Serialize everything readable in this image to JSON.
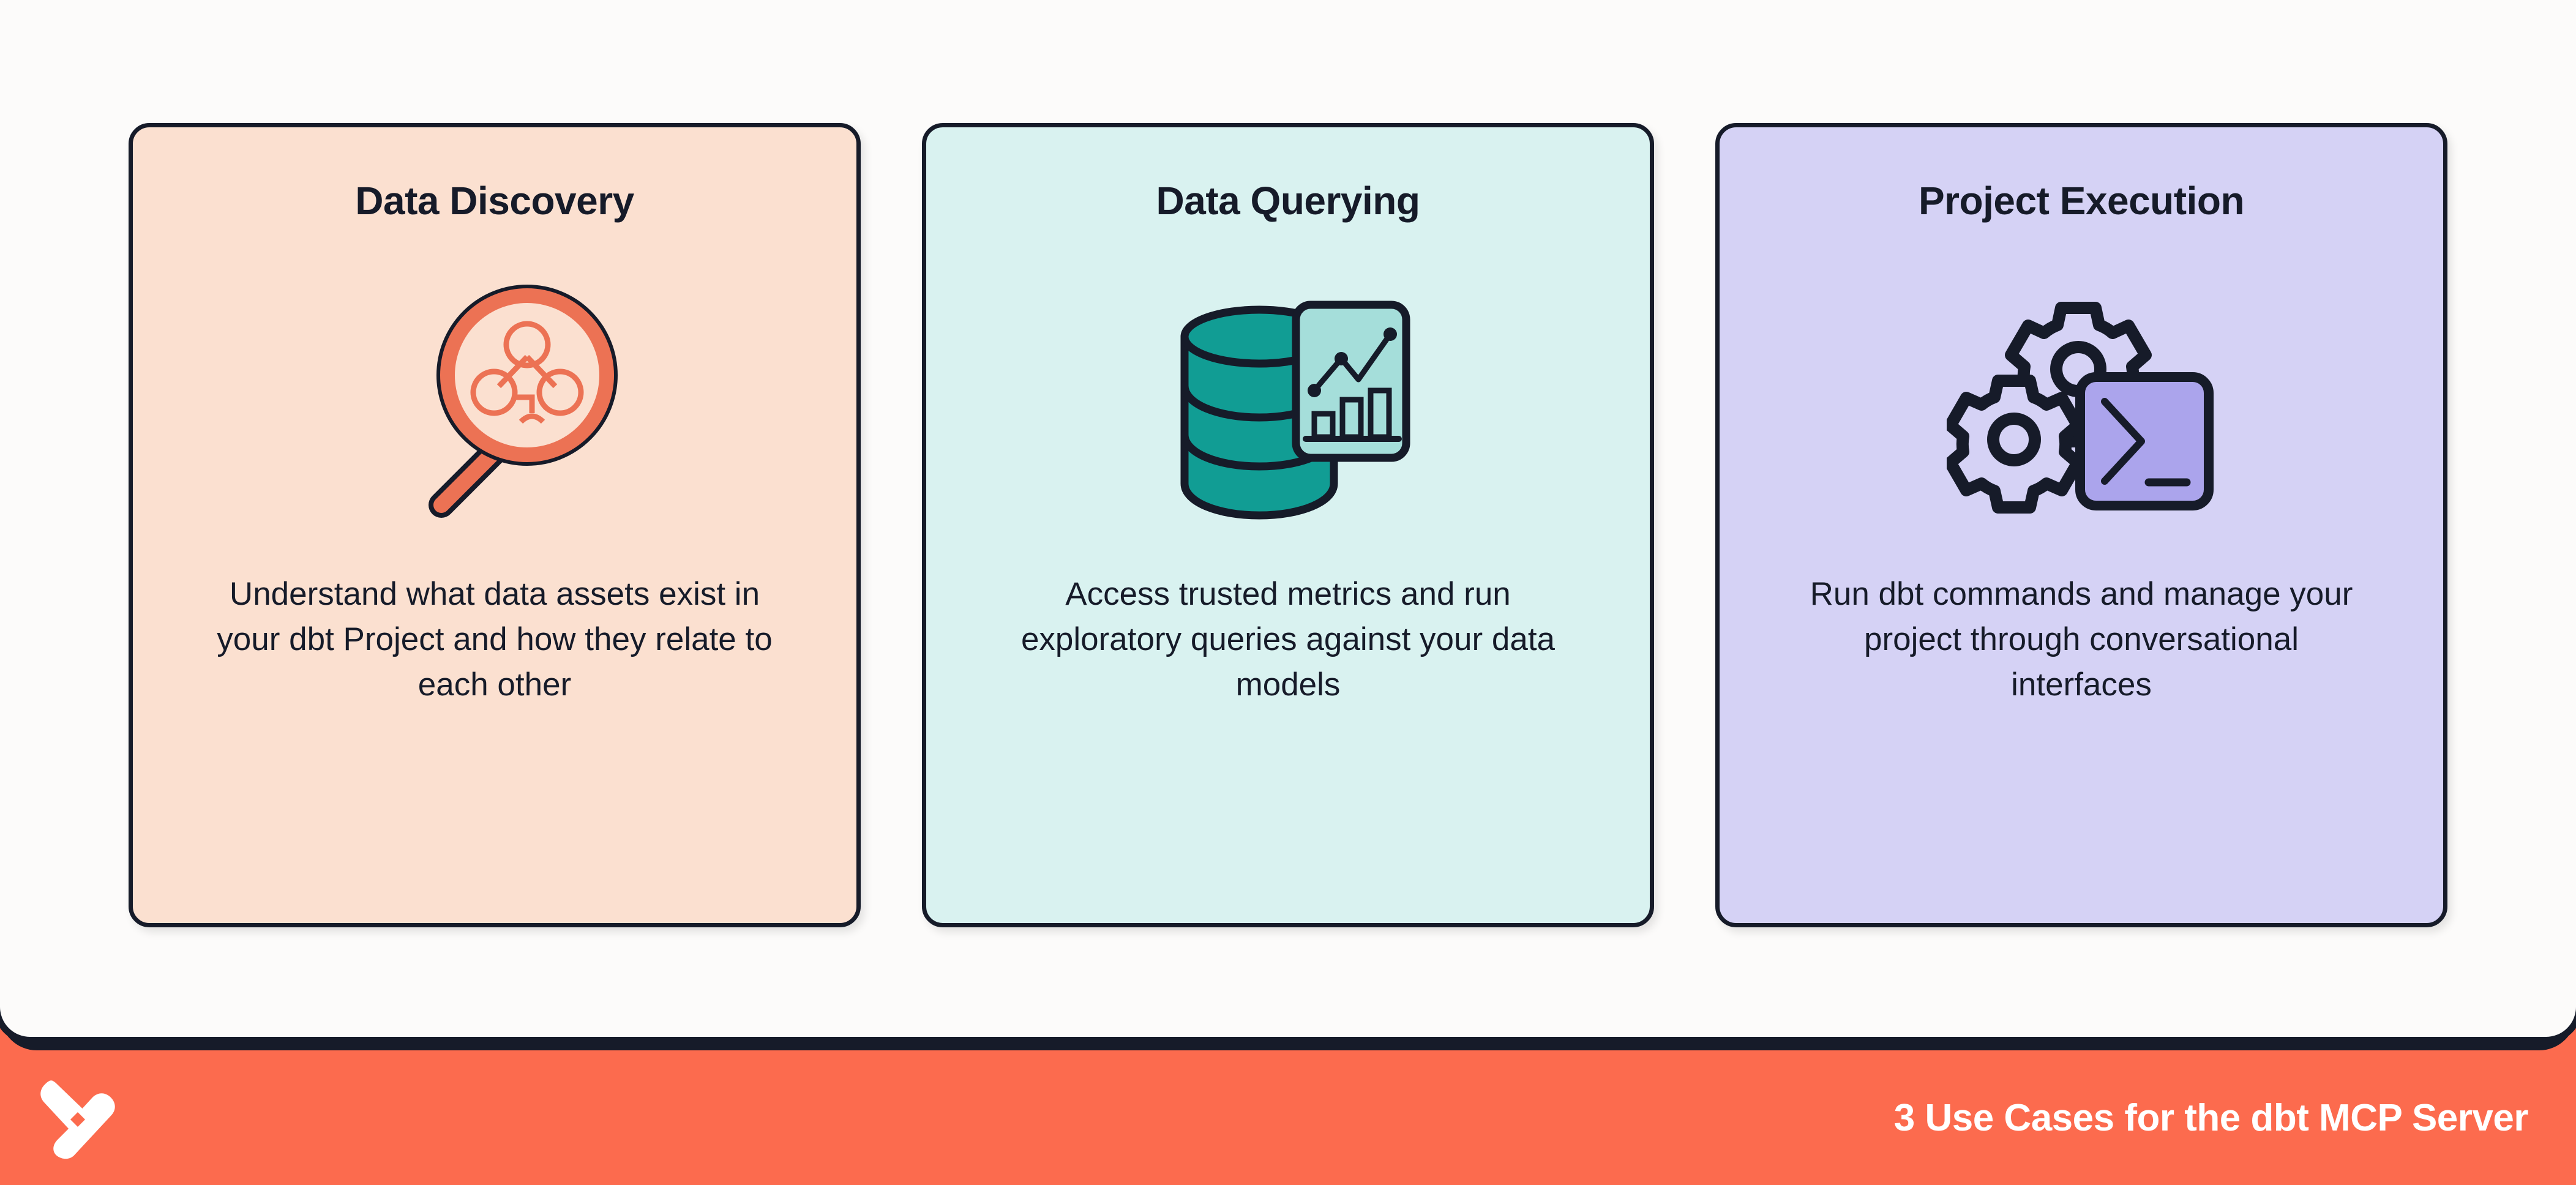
{
  "colors": {
    "brand_orange": "#FC6B4E",
    "ink": "#161B29",
    "panel_white": "#FCFBFA",
    "card1_bg": "#FBE0D0",
    "card2_bg": "#D9F2F0",
    "card3_bg": "#D5D2F5",
    "teal_fill": "#119D94",
    "teal_light": "#A5DEDA",
    "purple_fill": "#ABA4EC",
    "magnifier_orange": "#EC7254"
  },
  "cards": [
    {
      "title": "Data Discovery",
      "body": "Understand what data assets exist in your dbt Project and how they relate to each other",
      "icon": "magnifying-glass-graph-icon"
    },
    {
      "title": "Data Querying",
      "body": "Access trusted metrics and run exploratory queries against your data models",
      "icon": "database-analytics-icon"
    },
    {
      "title": "Project Execution",
      "body": "Run dbt commands and manage your project through conversational interfaces",
      "icon": "gears-terminal-icon"
    }
  ],
  "footer": {
    "logo": "dbt-logo",
    "title": "3 Use Cases for the dbt MCP Server"
  }
}
